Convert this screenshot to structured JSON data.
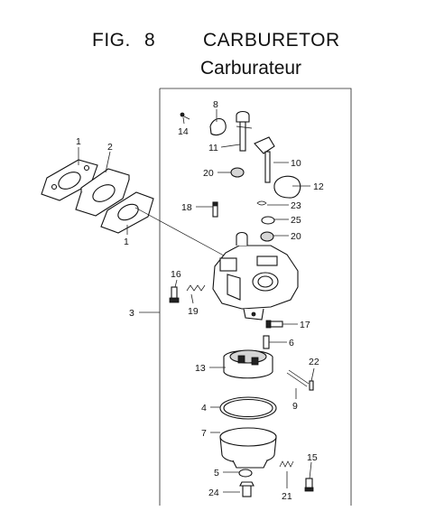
{
  "header": {
    "fig_label": "FIG.",
    "fig_number": "8",
    "title": "CARBURETOR",
    "subtitle": "Carburateur"
  },
  "callouts": {
    "c1a": "1",
    "c2": "2",
    "c1b": "1",
    "c3": "3",
    "c8": "8",
    "c14": "14",
    "c11": "11",
    "c10": "10",
    "c12": "12",
    "c20a": "20",
    "c18": "18",
    "c23": "23",
    "c25": "25",
    "c20b": "20",
    "c16": "16",
    "c19": "19",
    "c17": "17",
    "c6": "6",
    "c13": "13",
    "c22": "22",
    "c9": "9",
    "c4": "4",
    "c7": "7",
    "c5": "5",
    "c24": "24",
    "c21": "21",
    "c15": "15"
  }
}
